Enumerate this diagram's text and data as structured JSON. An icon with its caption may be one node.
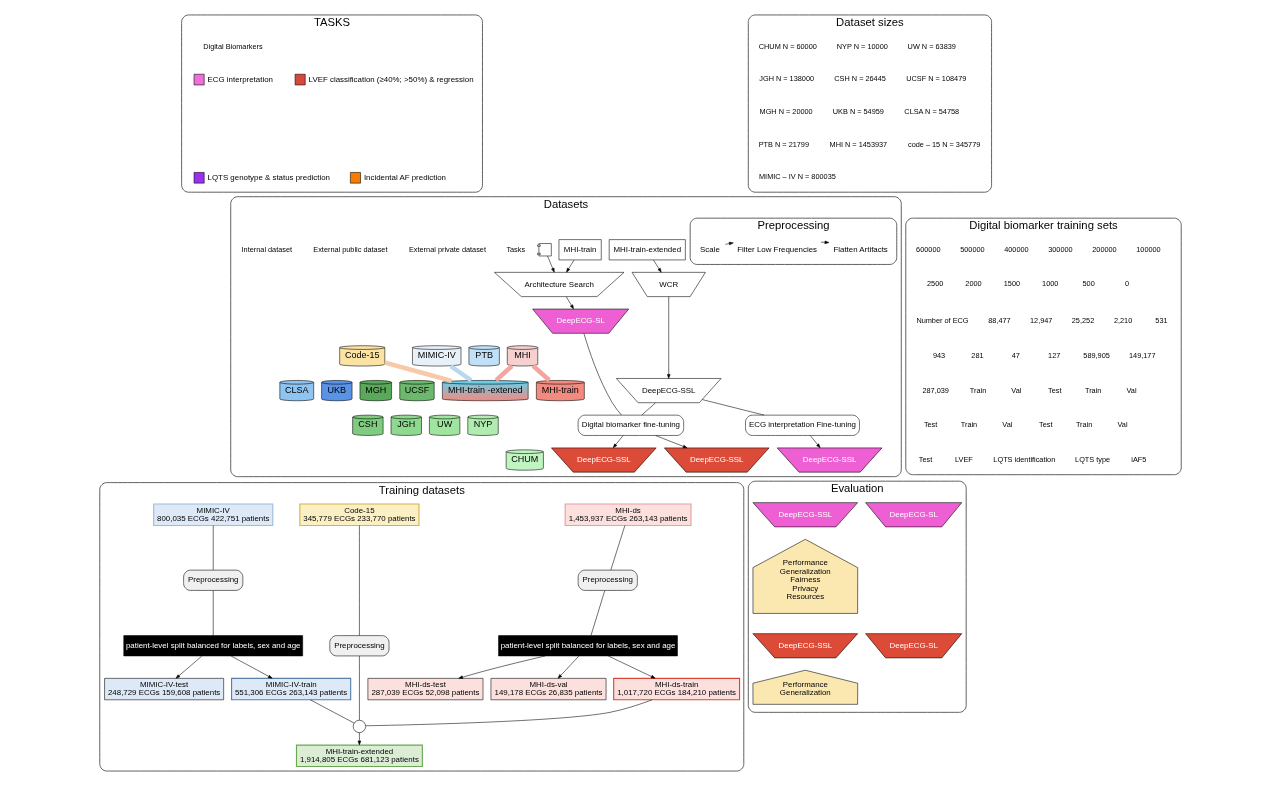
{
  "diagram": {
    "nodes": [
      {
        "text": [
          "TASKS"
        ]
      },
      {
        "text": [
          "Datasets"
        ]
      },
      {
        "text": [
          "Code-15"
        ],
        "in": 1
      },
      {
        "text": [
          "MHI"
        ],
        "in": 1
      },
      {
        "text": [
          "MIMIC-IV"
        ],
        "in": 1
      },
      {
        "text": [
          "PTB"
        ],
        "in": 1
      },
      {
        "text": [
          "CLSA"
        ],
        "in": 1
      },
      {
        "text": [
          "UKB"
        ],
        "in": 1
      },
      {
        "text": [
          "MGH"
        ],
        "in": 1
      },
      {
        "text": [
          "UCSF"
        ],
        "in": 1
      },
      {
        "text": [
          "CSH"
        ],
        "in": 1
      },
      {
        "text": [
          "JGH"
        ],
        "in": 1
      },
      {
        "text": [
          "UW"
        ],
        "in": 1
      },
      {
        "text": [
          "NYP"
        ],
        "in": 1
      },
      {
        "text": [
          "CHUM"
        ],
        "in": 1
      },
      {
        "text": [
          "MHI-train -extened"
        ],
        "in": 1
      },
      {
        "text": [
          "MHI-train"
        ],
        "in": 1
      },
      {
        "text": [
          "Preprocessing"
        ],
        "in": 1
      },
      {
        "text": [
          "Scale"
        ],
        "in": 17
      },
      {
        "text": [
          "Filter Low Frequencies"
        ],
        "in": 17
      },
      {
        "text": [
          "Flatten Artifacts"
        ],
        "in": 17
      },
      {
        "text": [
          "MHI-train-extended"
        ],
        "in": 1
      },
      {
        "text": [
          "MHI-train"
        ],
        "in": 1
      },
      {
        "text": [
          "WCR"
        ],
        "in": 1
      },
      {
        "text": [
          "Architecture Search"
        ],
        "in": 1
      },
      {
        "text": [],
        "shape": "picture",
        "in": 1
      },
      {
        "text": [
          "DeepECG-SSL"
        ],
        "in": 1
      },
      {
        "text": [
          "DeepECG-SL"
        ],
        "in": 1
      },
      {
        "text": [
          "ECG interpretation Fine-tuning"
        ],
        "in": 1
      },
      {
        "text": [
          "Digital biomarker fine-tuning"
        ],
        "in": 1
      },
      {
        "text": [
          "DeepECG-SSL"
        ],
        "in": 1
      },
      {
        "text": [
          "DeepECG-SSL"
        ],
        "in": 1
      },
      {
        "text": [
          "DeepECG-SSL"
        ],
        "in": 1
      },
      {
        "text": [
          "Training datasets"
        ]
      },
      {
        "text": [
          "MHI-ds",
          "1,453,937 ECGs 263,143 patients"
        ],
        "in": 33
      },
      {
        "text": [
          "Code-15",
          "345,779 ECGs 233,770 patients"
        ],
        "in": 33
      },
      {
        "text": [
          "MIMIC-IV",
          "800,035 ECGs 422,751 patients"
        ],
        "in": 33
      },
      {
        "text": [
          "Preprocessing"
        ],
        "in": 33
      },
      {
        "text": [
          "Preprocessing"
        ],
        "in": 33
      },
      {
        "text": [
          "Preprocessing"
        ],
        "in": 33
      },
      {
        "text": [
          "patient-level split balanced for labels, sex and age"
        ],
        "in": 33
      },
      {
        "text": [
          "patient-level split balanced for labels, sex and age"
        ],
        "in": 33
      },
      {
        "text": [
          "MHI-ds-test",
          "287,039 ECGs 52,098 patients"
        ],
        "in": 33
      },
      {
        "text": [
          "MHI-ds-val",
          "149,178 ECGs 26,835 patients"
        ],
        "in": 33
      },
      {
        "text": [
          "MHI-ds-train",
          "1,017,720 ECGs 184,210 patients"
        ],
        "in": 33
      },
      {
        "text": [],
        "shape": "circle",
        "in": 33
      },
      {
        "text": [
          "MIMIC-IV-train",
          "551,306 ECGs 263,143 patients"
        ],
        "in": 33
      },
      {
        "text": [
          "MIMIC-IV-test",
          "248,729 ECGs 159,608 patients"
        ],
        "in": 33
      },
      {
        "text": [
          "MHI-train-extended",
          "1,914,805 ECGs 681,123 patients"
        ],
        "in": 33
      },
      {
        "text": [
          "Digital biomarker training sets"
        ]
      },
      {
        "text": [
          "Dataset sizes"
        ]
      },
      {
        "text": [
          "Evaluation"
        ]
      },
      {
        "text": [
          "DeepECG-SSL"
        ],
        "in": 51
      },
      {
        "text": [
          "DeepECG-SL"
        ],
        "in": 51
      },
      {
        "text": [
          "Performance",
          "Generalization",
          "Fairness",
          "Privacy",
          "Resources"
        ],
        "in": 51
      },
      {
        "text": [
          "DeepECG-SSL"
        ],
        "in": 51
      },
      {
        "text": [
          "DeepECG-SL"
        ],
        "in": 51
      },
      {
        "text": [
          "Performance",
          "Generalization"
        ],
        "in": 51
      }
    ],
    "edges": [
      {
        "from": 2,
        "to": 15,
        "arrow": "none",
        "color": "#f6c9a8",
        "style": "thick"
      },
      {
        "from": 3,
        "to": 15,
        "arrow": "none",
        "color": "#f3a6a0",
        "style": "thick"
      },
      {
        "from": 4,
        "to": 15,
        "arrow": "none",
        "color": "#b8d8f0",
        "style": "thick"
      },
      {
        "from": 3,
        "to": 16,
        "arrow": "none",
        "color": "#f3a6a0",
        "style": "thick"
      },
      {
        "from": 18,
        "to": 19,
        "arrow": "to"
      },
      {
        "from": 19,
        "to": 20,
        "arrow": "to"
      },
      {
        "from": 21,
        "to": 23,
        "arrow": "to"
      },
      {
        "from": 23,
        "to": 26,
        "arrow": "to"
      },
      {
        "from": 22,
        "to": 24,
        "arrow": "to"
      },
      {
        "from": 24,
        "to": 27,
        "arrow": "to"
      },
      {
        "from": 25,
        "to": 24,
        "arrow": "to"
      },
      {
        "from": 26,
        "to": 28,
        "arrow": "none"
      },
      {
        "from": 26,
        "to": 29,
        "arrow": "none"
      },
      {
        "from": 27,
        "to": 29,
        "arrow": "none"
      },
      {
        "from": 28,
        "to": 30,
        "arrow": "to"
      },
      {
        "from": 29,
        "to": 31,
        "arrow": "to"
      },
      {
        "from": 29,
        "to": 32,
        "arrow": "to"
      },
      {
        "from": 34,
        "to": 37,
        "arrow": "none"
      },
      {
        "from": 37,
        "to": 40,
        "arrow": "none"
      },
      {
        "from": 40,
        "to": 42,
        "arrow": "to"
      },
      {
        "from": 40,
        "to": 43,
        "arrow": "to"
      },
      {
        "from": 40,
        "to": 44,
        "arrow": "to"
      },
      {
        "from": 35,
        "to": 38,
        "arrow": "none"
      },
      {
        "from": 38,
        "to": 45,
        "arrow": "none"
      },
      {
        "from": 44,
        "to": 45,
        "arrow": "none"
      },
      {
        "from": 46,
        "to": 45,
        "arrow": "none"
      },
      {
        "from": 45,
        "to": 48,
        "arrow": "to"
      },
      {
        "from": 36,
        "to": 39,
        "arrow": "none"
      },
      {
        "from": 39,
        "to": 41,
        "arrow": "none"
      },
      {
        "from": 41,
        "to": 46,
        "arrow": "to"
      },
      {
        "from": 41,
        "to": 47,
        "arrow": "to"
      }
    ],
    "labels": [
      "Digital Biomarkers",
      "Internal dataset",
      "External public dataset",
      "External private dataset",
      "Tasks",
      "600000",
      "500000",
      "400000",
      "300000",
      "200000",
      "100000",
      "2500",
      "2000",
      "1500",
      "1000",
      "500",
      "0",
      "Number of ECG",
      "88,477",
      "12,947",
      "25,252",
      "2,210",
      "531",
      "943",
      "281",
      "47",
      "127",
      "589,905",
      "149,177",
      "287,039",
      "Train",
      "Val",
      "Test",
      "Train",
      "Val",
      "Test",
      "Train",
      "Val",
      "Test",
      "Train",
      "Val",
      "Test",
      "LVEF",
      "LQTS identification",
      "LQTS type",
      "iAF5",
      "CHUM N = 60000",
      "NYP N = 10000",
      "UW N = 63839",
      "JGH N = 138000",
      "CSH N = 26445",
      "UCSF N = 108479",
      "MGH N = 20000",
      "UKB N = 54959",
      "CLSA N = 54758",
      "PTB N = 21799",
      "MHI N = 1453937",
      "code – 15 N = 345779",
      "MIMIC – IV N = 800035"
    ],
    "legend": [
      {
        "text": "ECG interpretation",
        "color": "#f06fd6"
      },
      {
        "text": "LVEF classification (≥40%; >50%) & regression",
        "color": "#d9473a"
      },
      {
        "text": "LQTS genotype & status prediction",
        "color": "#9b30f0"
      },
      {
        "text": "Incidental AF prediction",
        "color": "#f57c00"
      }
    ]
  }
}
